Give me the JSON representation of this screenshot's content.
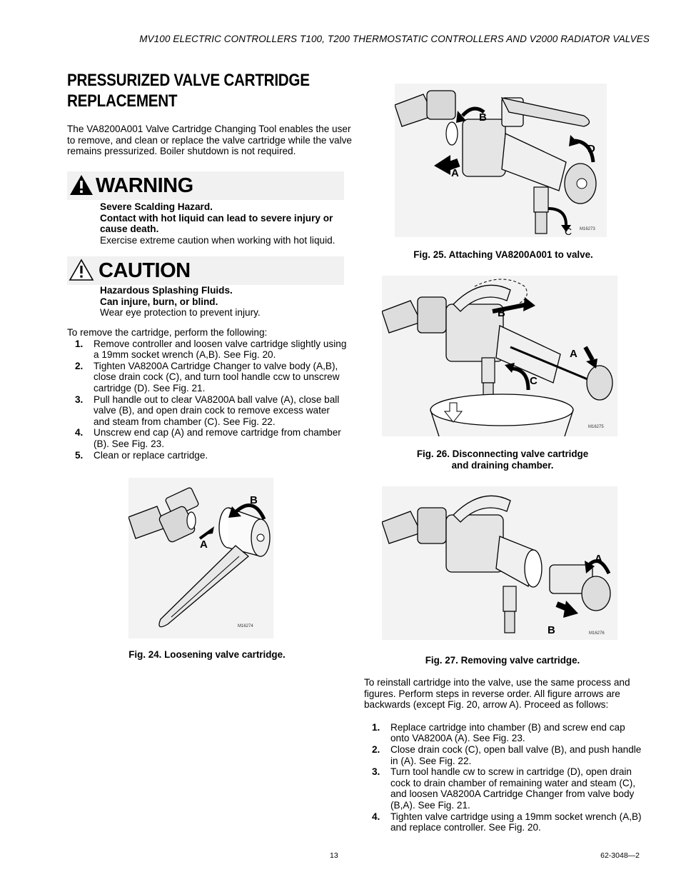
{
  "header": {
    "running_title": "MV100 ELECTRIC CONTROLLERS T100, T200 THERMOSTATIC CONTROLLERS AND V2000 RADIATOR VALVES"
  },
  "section": {
    "title_line1": "PRESSURIZED VALVE CARTRIDGE",
    "title_line2": "REPLACEMENT",
    "intro": "The VA8200A001 Valve Cartridge Changing Tool enables the user to remove, and clean or replace the valve cartridge while the valve remains pressurized. Boiler shutdown is not required."
  },
  "warning": {
    "heading": "WARNING",
    "line1": "Severe Scalding Hazard.",
    "line2": "Contact with hot liquid can lead to severe injury or cause death.",
    "line3": "Exercise extreme caution when working with hot liquid."
  },
  "caution": {
    "heading": "CAUTION",
    "line1": "Hazardous Splashing Fluids.",
    "line2": "Can injure, burn, or blind.",
    "line3": "Wear eye protection to prevent injury."
  },
  "remove": {
    "lead": "To remove the cartridge, perform the following:",
    "steps": [
      {
        "num": "1.",
        "text": "Remove controller and loosen valve cartridge slightly using a 19mm socket wrench (A,B). See Fig. 20."
      },
      {
        "num": "2.",
        "text": "Tighten VA8200A Cartridge Changer to valve body (A,B), close drain cock (C), and turn tool handle ccw to unscrew cartridge (D). See Fig. 21."
      },
      {
        "num": "3.",
        "text": "Pull handle out to clear VA8200A ball valve (A), close ball valve (B), and open drain cock to remove excess water and steam from chamber (C). See Fig. 22."
      },
      {
        "num": "4.",
        "text": "Unscrew end cap (A) and remove cartridge from chamber (B). See Fig. 23."
      },
      {
        "num": "5.",
        "text": "Clean or replace cartridge."
      }
    ]
  },
  "figures": {
    "fig24": {
      "caption": "Fig. 24. Loosening valve cartridge.",
      "code": "M16274",
      "label_a": "A",
      "label_b": "B"
    },
    "fig25": {
      "caption": "Fig. 25. Attaching VA8200A001 to valve.",
      "code": "M16273",
      "label_a": "A",
      "label_b": "B",
      "label_c": "C",
      "label_d": "D"
    },
    "fig26": {
      "caption_line1": "Fig. 26. Disconnecting valve cartridge",
      "caption_line2": "and draining chamber.",
      "code": "M16275",
      "label_a": "A",
      "label_b": "B",
      "label_c": "C"
    },
    "fig27": {
      "caption": "Fig. 27. Removing valve cartridge.",
      "code": "M16276",
      "label_a": "A",
      "label_b": "B"
    }
  },
  "reinstall": {
    "lead": "To reinstall cartridge into the valve, use the same process and figures. Perform steps in reverse order. All figure arrows are backwards (except Fig. 20, arrow A). Proceed as follows:",
    "steps": [
      {
        "num": "1.",
        "text": "Replace cartridge into chamber (B) and screw end cap onto VA8200A (A). See Fig. 23."
      },
      {
        "num": "2.",
        "text": "Close drain cock (C), open ball valve (B), and push handle in (A). See Fig. 22."
      },
      {
        "num": "3.",
        "text": "Turn tool handle cw to screw in cartridge (D), open drain cock to drain chamber of remaining water and steam (C), and loosen VA8200A Cartridge Changer from valve body (B,A). See Fig. 21."
      },
      {
        "num": "4.",
        "text": "Tighten valve cartridge using a 19mm socket wrench (A,B) and replace controller. See Fig. 20."
      }
    ]
  },
  "footer": {
    "page_number": "13",
    "doc_number": "62-3048—2"
  }
}
